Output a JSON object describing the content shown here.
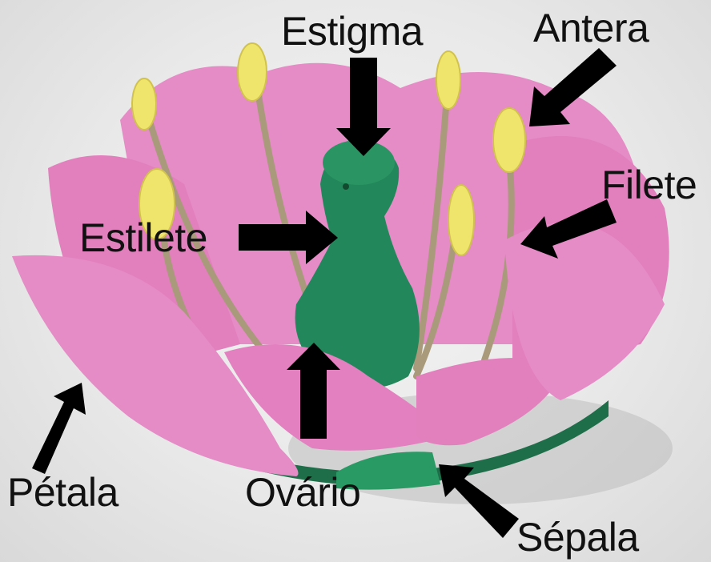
{
  "labels": {
    "estigma": "Estigma",
    "antera": "Antera",
    "filete": "Filete",
    "estilete": "Estilete",
    "petala": "Pétala",
    "ovario": "Ovário",
    "sepala": "Sépala"
  },
  "colors": {
    "petal": "#e58bc6",
    "petal_shadow": "#c9669f",
    "pistil": "#22875a",
    "anther": "#efe56c",
    "filament": "#a89a7a",
    "arrow": "#000000"
  }
}
